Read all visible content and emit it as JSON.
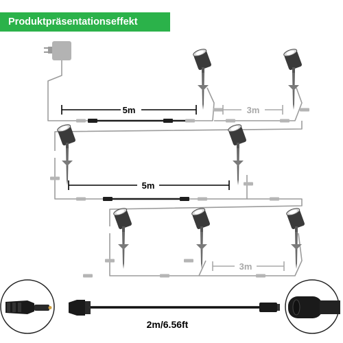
{
  "banner": {
    "text": "Produktpräsentationseffekt",
    "color": "#2bb24a"
  },
  "dimensions": {
    "top_main": "5m",
    "top_right": "3m",
    "middle": "5m",
    "bottom_right": "3m"
  },
  "cable_caption": "2m/6.56ft",
  "colors": {
    "cable_grey": "#9c9c9c",
    "dark": "#1e1e1e",
    "dim_line": "#000000",
    "dim_grey": "#a8a8a8"
  }
}
